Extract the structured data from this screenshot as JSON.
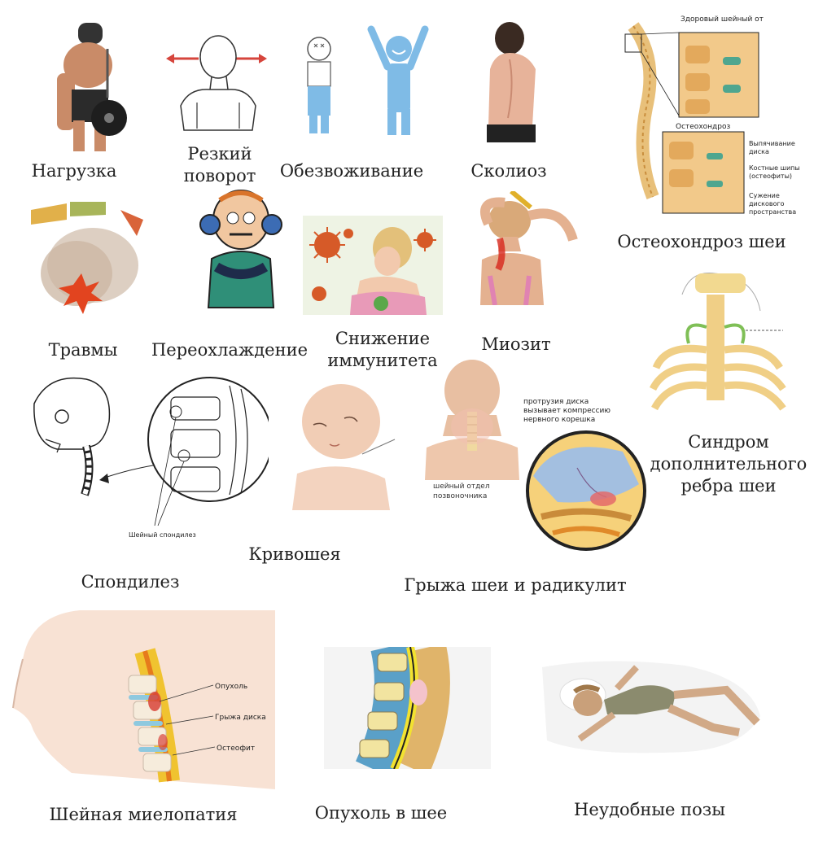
{
  "captions": {
    "load": "Нагрузка",
    "sharp_turn": "Резкий поворот",
    "dehydration": "Обезвоживание",
    "scoliosis": "Сколиоз",
    "osteochondrosis": "Остеохондроз шеи",
    "trauma": "Травмы",
    "hypothermia": "Переохлаждение",
    "immunity": "Снижение иммунитета",
    "myositis": "Миозит",
    "extra_rib": "Синдром дополнительного ребра шеи",
    "spondylosis": "Спондилез",
    "torticollis": "Кривошея",
    "hernia": "Грыжа шеи и радикулит",
    "myelopathy": "Шейная миелопатия",
    "tumor": "Опухоль в шее",
    "poses": "Неудобные позы"
  },
  "diagram_labels": {
    "healthy_spine": "Здоровый шейный отдел позвоночника",
    "osteo_title": "Остеохондроз",
    "bulging": "Выпячивание диска",
    "bone_spurs": "Костные шипы (остеофиты)",
    "narrowing": "Сужение дискового пространства",
    "cervical_spondylosis": "Шейный спондилез",
    "protrusion": "протрузия диска вызывает компрессию нервного корешка",
    "cervical_spine": "шейный отдел позвоночника",
    "tumor_label": "Опухоль",
    "disc_hernia": "Грыжа диска",
    "osteophyte": "Остеофит"
  },
  "colors": {
    "skin": "#e8b598",
    "blue_figure": "#7fbbe6",
    "bone": "#f0cf86",
    "disc": "#8ec9df",
    "text": "#222222",
    "accent_red": "#d8453a"
  }
}
